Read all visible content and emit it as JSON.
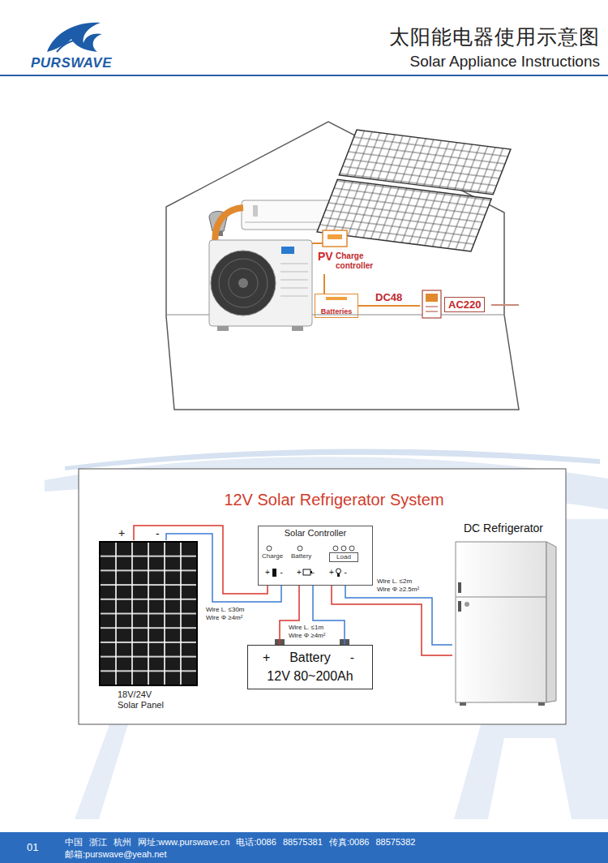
{
  "diagram": {
    "title": "太阳能电器使用示意图",
    "nodes": [
      {
        "text": [
          "PV",
          "Charge controller"
        ]
      },
      {
        "text": [
          "Batteries"
        ]
      },
      {
        "text": [
          "AC220"
        ]
      },
      {
        "text": [
          "18V/24V Solar Panel"
        ]
      },
      {
        "text": [
          "Solar Controller",
          "Charge",
          "Battery",
          "Load"
        ]
      },
      {
        "text": [
          "+",
          "Battery",
          "-",
          "12V 80~200Ah"
        ]
      },
      {
        "text": [
          "DC Refrigerator"
        ]
      }
    ],
    "edges": [
      {
        "from": 0,
        "to": 1,
        "arrow": "none"
      },
      {
        "from": 1,
        "to": 2,
        "label": "DC48",
        "arrow": "none"
      },
      {
        "from": 3,
        "to": 4,
        "arrow": "none"
      },
      {
        "from": 4,
        "to": 5,
        "arrow": "none"
      },
      {
        "from": 4,
        "to": 6,
        "arrow": "none"
      }
    ],
    "labels": [
      "PURSWAVE",
      "Solar Appliance Instructions",
      "12V Solar Refrigerator System",
      "+",
      "-",
      "+ -",
      "+ -",
      "+ -",
      "Wire L. ≤30m",
      "Wire Φ ≥4m²",
      "Wire L. ≤1m",
      "Wire Φ ≥4m²",
      "Wire L. ≤2m",
      "Wire Φ ≥2.5m²",
      "01",
      "中国 浙江 杭州 网址:www.purswave.cn 电话:0086 88575381 传真:0086 88575382",
      "邮箱:purswave@yeah.net"
    ]
  }
}
